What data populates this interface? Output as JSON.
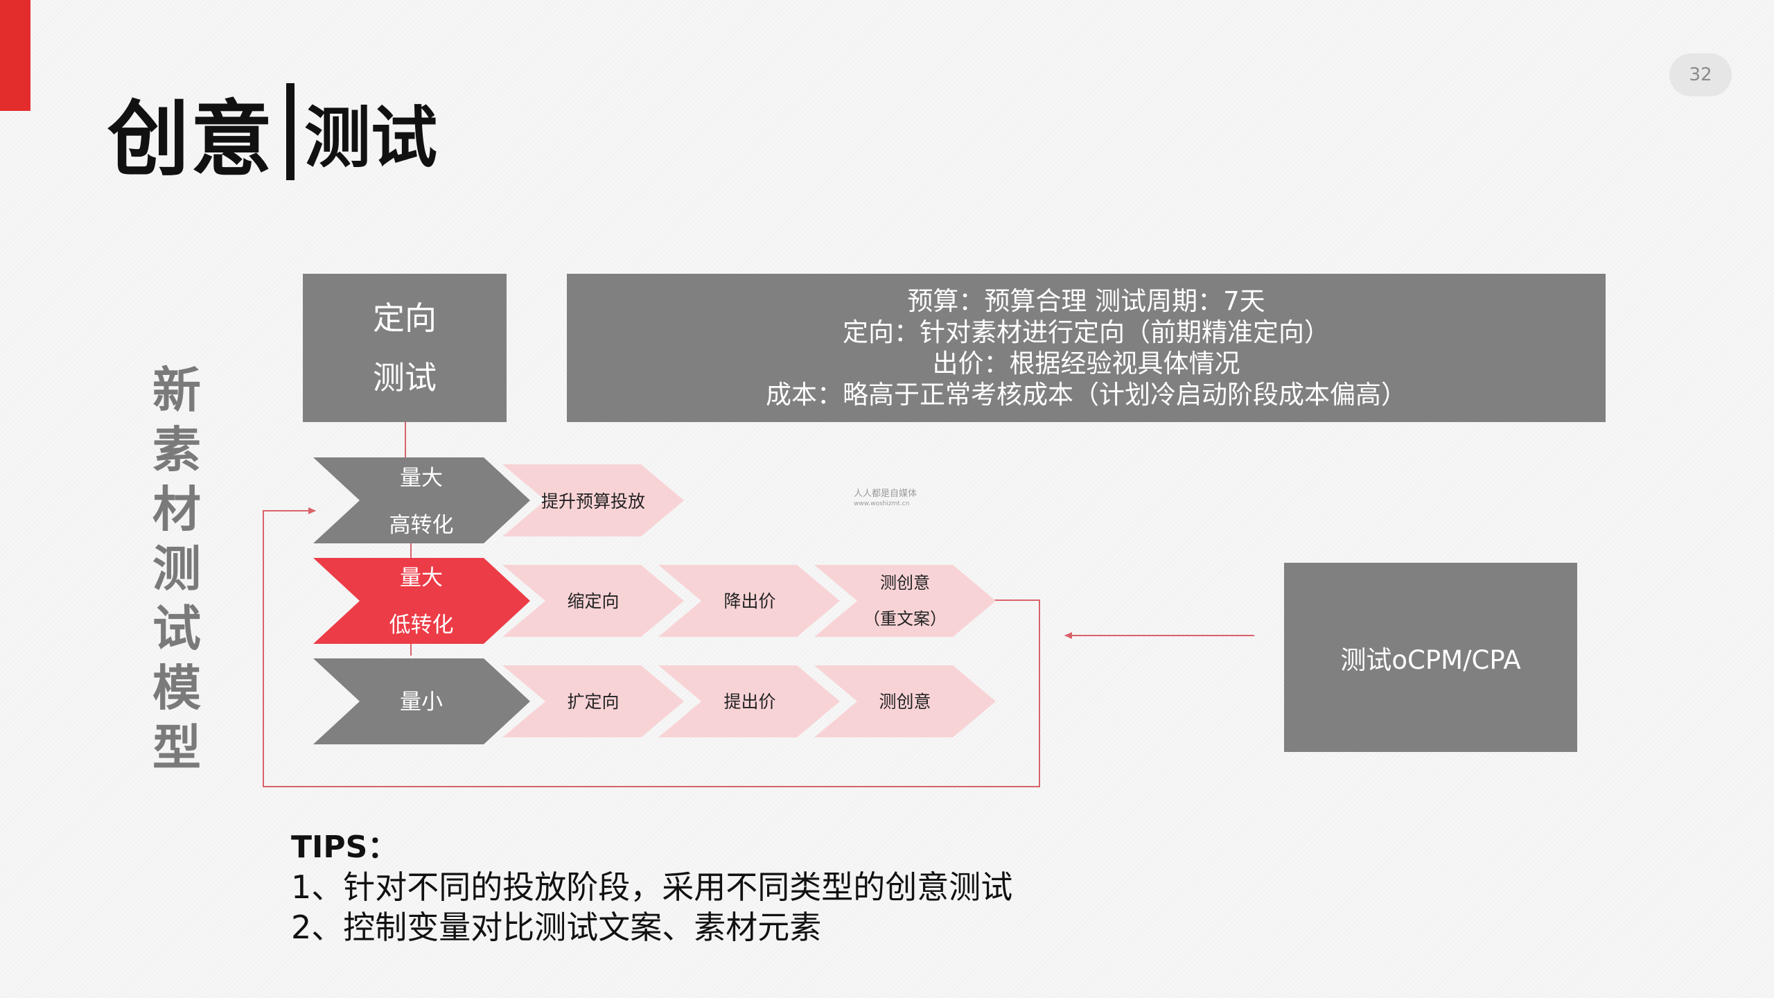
{
  "page_number": "32",
  "title": {
    "main": "创意",
    "sub": "测试"
  },
  "vertical_label": "新素材测试模型",
  "targeting_test": {
    "line1": "定向",
    "line2": "测试"
  },
  "info_box": {
    "lines": [
      "预算：预算合理  测试周期：7天",
      "定向：针对素材进行定向（前期精准定向）",
      "出价：根据经验视具体情况",
      "成本：略高于正常考核成本（计划冷启动阶段成本偏高）"
    ]
  },
  "rows": [
    {
      "condition": [
        "量大",
        "高转化"
      ],
      "actions": [
        [
          "提升预算投放"
        ]
      ]
    },
    {
      "condition": [
        "量大",
        "低转化"
      ],
      "actions": [
        [
          "缩定向"
        ],
        [
          "降出价"
        ],
        [
          "测创意",
          "（重文案）"
        ]
      ]
    },
    {
      "condition": [
        "量小"
      ],
      "actions": [
        [
          "扩定向"
        ],
        [
          "提出价"
        ],
        [
          "测创意"
        ]
      ]
    }
  ],
  "test_box": "测试oCPM/CPA",
  "watermark": {
    "line1": "人人都是自媒体",
    "line2": "www.woshizmt.cn"
  },
  "tips": {
    "title": "TIPS：",
    "items": [
      "1、针对不同的投放阶段，采用不同类型的创意测试",
      "2、控制变量对比测试文案、素材元素"
    ]
  },
  "colors": {
    "accent_red": "#e32c2c",
    "chevron_grey": "#808080",
    "chevron_red": "#ec3c47",
    "chevron_pink": "#f8d3d6",
    "connector_red": "#d9626a",
    "box_grey": "#808080"
  }
}
